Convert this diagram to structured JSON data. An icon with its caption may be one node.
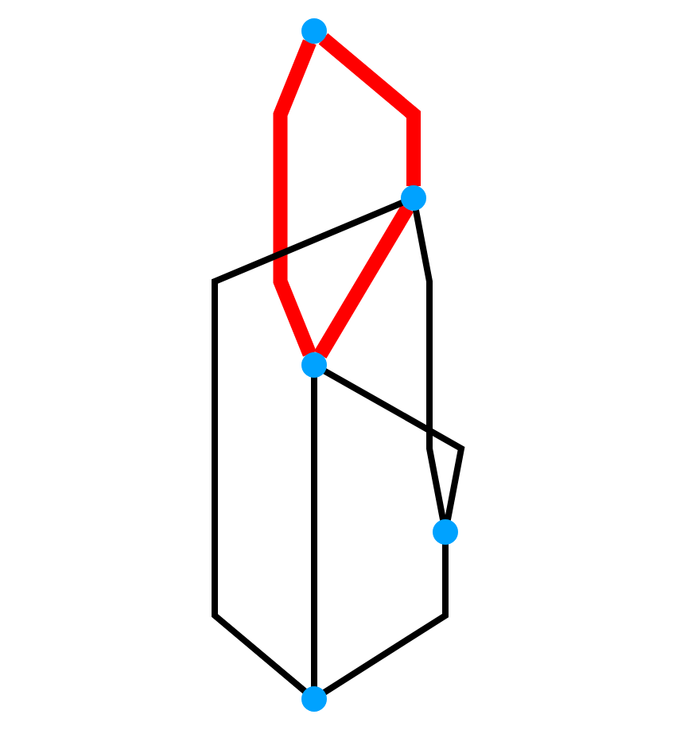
{
  "diagram": {
    "nodes": [
      {
        "text": [],
        "shape": "circle"
      },
      {
        "text": [],
        "shape": "circle"
      },
      {
        "text": [],
        "shape": "circle"
      },
      {
        "text": [],
        "shape": "circle"
      },
      {
        "text": [],
        "shape": "circle"
      }
    ],
    "edges": [
      {
        "from": 0,
        "to": 1,
        "arrow": "none",
        "style": "thick",
        "color": "#ff0000"
      },
      {
        "from": 0,
        "to": 2,
        "arrow": "none",
        "style": "thick",
        "color": "#ff0000"
      },
      {
        "from": 1,
        "to": 2,
        "arrow": "none",
        "style": "thick",
        "color": "#ff0000"
      },
      {
        "from": 1,
        "to": 3,
        "arrow": "none"
      },
      {
        "from": 1,
        "to": 4,
        "arrow": "none"
      },
      {
        "from": 2,
        "to": 3,
        "arrow": "none"
      },
      {
        "from": 2,
        "to": 4,
        "arrow": "none"
      },
      {
        "from": 3,
        "to": 4,
        "arrow": "none"
      }
    ]
  }
}
